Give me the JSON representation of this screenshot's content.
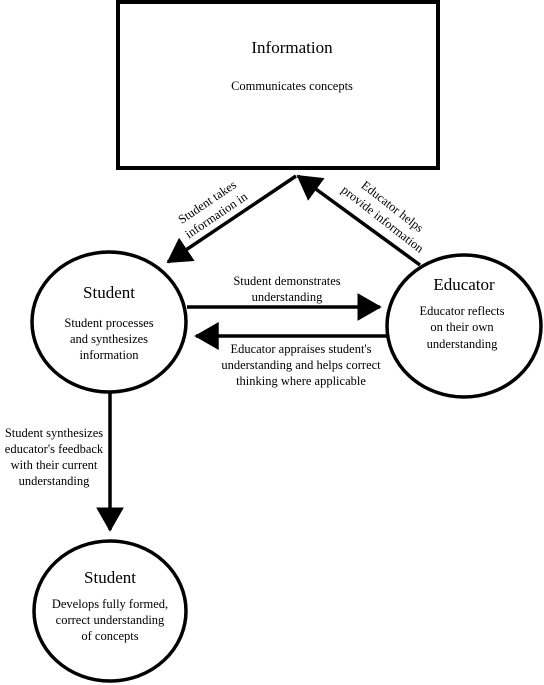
{
  "nodes": {
    "information": {
      "title": "Information",
      "body": [
        "Communicates concepts"
      ]
    },
    "student": {
      "title": "Student",
      "body": [
        "Student processes",
        "and synthesizes",
        "information"
      ]
    },
    "educator": {
      "title": "Educator",
      "body": [
        "Educator reflects",
        "on their own",
        "understanding"
      ]
    },
    "student_final": {
      "title": "Student",
      "body": [
        "Develops fully formed,",
        "correct understanding",
        "of  concepts"
      ]
    }
  },
  "edges": {
    "student_takes": [
      "Student takes",
      "information in"
    ],
    "educator_helps": [
      "Educator helps",
      "provide  information"
    ],
    "student_demonstrates": [
      "Student demonstrates",
      "understanding"
    ],
    "educator_appraises": [
      "Educator appraises student's",
      "understanding and helps correct",
      "thinking where applicable"
    ],
    "student_synthesizes": [
      "Student synthesizes",
      "educator's feedback",
      "with their current",
      "understanding"
    ]
  }
}
